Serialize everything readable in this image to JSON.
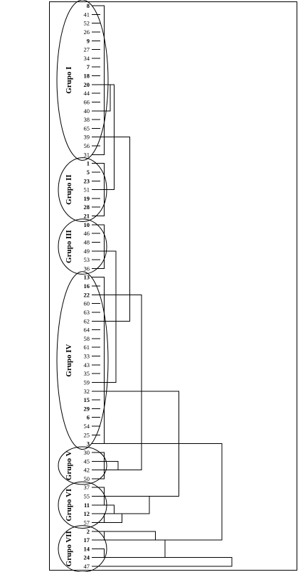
{
  "leaves": [
    {
      "label": "8",
      "bold": true
    },
    {
      "label": "41",
      "bold": false
    },
    {
      "label": "52",
      "bold": false
    },
    {
      "label": "26",
      "bold": false
    },
    {
      "label": "9",
      "bold": true
    },
    {
      "label": "27",
      "bold": false
    },
    {
      "label": "34",
      "bold": false
    },
    {
      "label": "7",
      "bold": true
    },
    {
      "label": "18",
      "bold": true
    },
    {
      "label": "20",
      "bold": true
    },
    {
      "label": "44",
      "bold": false
    },
    {
      "label": "66",
      "bold": false
    },
    {
      "label": "40",
      "bold": false
    },
    {
      "label": "38",
      "bold": false
    },
    {
      "label": "65",
      "bold": false
    },
    {
      "label": "39",
      "bold": false
    },
    {
      "label": "56",
      "bold": false
    },
    {
      "label": "31",
      "bold": false
    },
    {
      "label": "1",
      "bold": true
    },
    {
      "label": "5",
      "bold": true
    },
    {
      "label": "23",
      "bold": true
    },
    {
      "label": "51",
      "bold": false
    },
    {
      "label": "19",
      "bold": true
    },
    {
      "label": "28",
      "bold": true
    },
    {
      "label": "21",
      "bold": true
    },
    {
      "label": "10",
      "bold": true
    },
    {
      "label": "46",
      "bold": false
    },
    {
      "label": "48",
      "bold": false
    },
    {
      "label": "49",
      "bold": false
    },
    {
      "label": "53",
      "bold": false
    },
    {
      "label": "36",
      "bold": false
    },
    {
      "label": "13",
      "bold": true
    },
    {
      "label": "16",
      "bold": true
    },
    {
      "label": "22",
      "bold": true
    },
    {
      "label": "60",
      "bold": false
    },
    {
      "label": "63",
      "bold": false
    },
    {
      "label": "62",
      "bold": false
    },
    {
      "label": "64",
      "bold": false
    },
    {
      "label": "58",
      "bold": false
    },
    {
      "label": "61",
      "bold": false
    },
    {
      "label": "33",
      "bold": false
    },
    {
      "label": "43",
      "bold": false
    },
    {
      "label": "35",
      "bold": false
    },
    {
      "label": "59",
      "bold": false
    },
    {
      "label": "32",
      "bold": false
    },
    {
      "label": "15",
      "bold": true
    },
    {
      "label": "29",
      "bold": true
    },
    {
      "label": "6",
      "bold": true
    },
    {
      "label": "54",
      "bold": false
    },
    {
      "label": "25",
      "bold": false
    },
    {
      "label": "3",
      "bold": true
    },
    {
      "label": "30",
      "bold": false
    },
    {
      "label": "45",
      "bold": false
    },
    {
      "label": "42",
      "bold": false
    },
    {
      "label": "50",
      "bold": false
    },
    {
      "label": "37",
      "bold": false
    },
    {
      "label": "55",
      "bold": false
    },
    {
      "label": "11",
      "bold": true
    },
    {
      "label": "12",
      "bold": true
    },
    {
      "label": "57",
      "bold": false
    },
    {
      "label": "2",
      "bold": true
    },
    {
      "label": "17",
      "bold": true
    },
    {
      "label": "14",
      "bold": true
    },
    {
      "label": "24",
      "bold": true
    },
    {
      "label": "47",
      "bold": false
    }
  ],
  "groups": [
    {
      "label": "Grupo I",
      "first": 0,
      "last": 17
    },
    {
      "label": "Grupo II",
      "first": 18,
      "last": 24
    },
    {
      "label": "Grupo III",
      "first": 25,
      "last": 30
    },
    {
      "label": "Grupo IV",
      "first": 31,
      "last": 50
    },
    {
      "label": "Grupo V",
      "first": 51,
      "last": 54
    },
    {
      "label": "Grupo VI",
      "first": 55,
      "last": 59
    },
    {
      "label": "Grupo VII",
      "first": 60,
      "last": 64
    }
  ],
  "merges": [
    {
      "a": 0,
      "b": 17,
      "height": 0.02
    },
    {
      "a": 9,
      "b": 12,
      "height": 0.05
    },
    {
      "a": 18,
      "b": 24,
      "height": 0.02
    },
    {
      "a": 9,
      "b": 21,
      "height": 0.07
    },
    {
      "a": 25,
      "b": 30,
      "height": 0.02
    },
    {
      "a": 31,
      "b": 50,
      "height": 0.02
    },
    {
      "a": 28,
      "b": 43,
      "height": 0.08
    },
    {
      "a": 15,
      "b": 36,
      "height": 0.15
    },
    {
      "a": 51,
      "b": 54,
      "height": 0.02
    },
    {
      "a": 52,
      "b": 53,
      "height": 0.09
    },
    {
      "a": 33,
      "b": 53,
      "height": 0.21
    },
    {
      "a": 55,
      "b": 57,
      "height": 0.02
    },
    {
      "a": 58,
      "b": 59,
      "height": 0.02
    },
    {
      "a": 59,
      "b": 58,
      "height": 0.11
    },
    {
      "a": 57,
      "b": 58,
      "height": 0.07
    },
    {
      "a": 56,
      "b": 58,
      "height": 0.25
    },
    {
      "a": 60,
      "b": 61,
      "height": 0.02
    },
    {
      "a": 61,
      "b": 60,
      "height": 0.28
    },
    {
      "a": 62,
      "b": 63,
      "height": 0.02
    },
    {
      "a": 61,
      "b": 63,
      "height": 0.33
    },
    {
      "a": 64,
      "b": 63,
      "height": 0.67
    },
    {
      "a": 44,
      "b": 56,
      "height": 0.4
    },
    {
      "a": 50,
      "b": 61,
      "height": 0.62
    }
  ]
}
